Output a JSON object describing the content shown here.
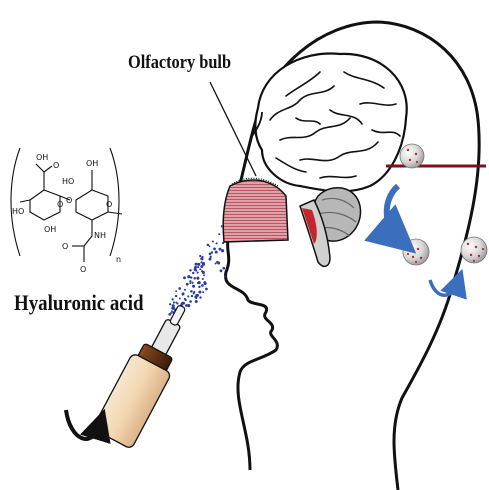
{
  "labels": {
    "olfactory_bulb": "Olfactory bulb",
    "hyaluronic_acid": "Hyaluronic acid"
  },
  "structure": {
    "atoms": {
      "oh_top_left": "OH",
      "oh_top_right": "OH",
      "o_acid": "O",
      "ho_left": "HO",
      "ho_mid": "HO",
      "oh_bottom": "OH",
      "o_ring1": "O",
      "o_ring2": "O",
      "o_link": "O",
      "o_end": "O",
      "nh": "NH",
      "o_amide": "O",
      "n_sub": "n"
    }
  },
  "colors": {
    "outline": "#111111",
    "bulb_fill": "#dfa0a7",
    "bulb_hatch": "#b44d5e",
    "brain_fill": "#ffffff",
    "cerebellum": "#b7b7b7",
    "brainstem_red": "#c1272d",
    "spray_dots": "#2a3d9c",
    "blue_arrow": "#3b6fbe",
    "red_line": "#7d1020",
    "bottle_body": "#f2dcbd",
    "bottle_cap": "#5a2a12"
  },
  "icons": [
    "curved-arrow-icon",
    "nasal-spray-icon",
    "nanoparticle-icon"
  ]
}
